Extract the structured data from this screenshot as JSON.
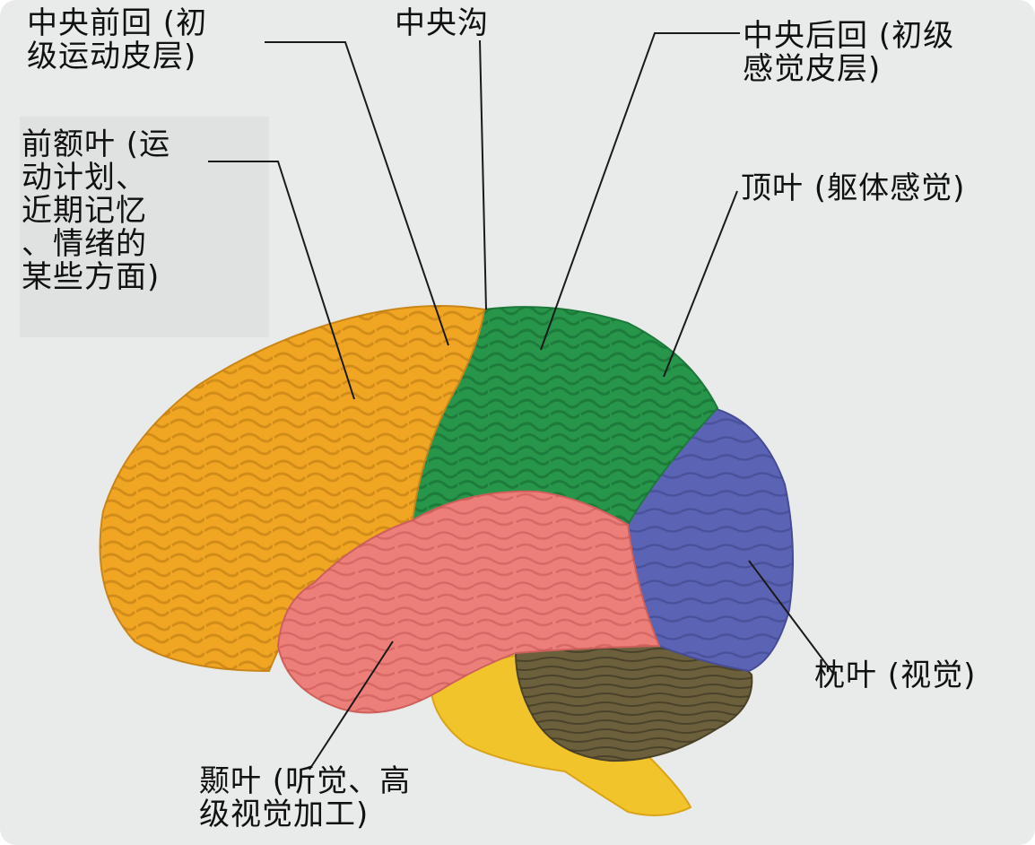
{
  "labels": {
    "precentral_gyrus": "中央前回 (初\n级运动皮层)",
    "central_sulcus": "中央沟",
    "postcentral_gyrus": "中央后回 (初级\n感觉皮层)",
    "frontal_lobe": "前额叶 (运\n动计划、\n近期记忆\n、情绪的\n某些方面)",
    "parietal_lobe": "顶叶 (躯体感觉)",
    "occipital_lobe": "枕叶 (视觉)",
    "temporal_lobe": "颞叶 (听觉、高\n级视觉加工)"
  },
  "colors": {
    "background": "#e8ebea",
    "frontal": "#f0a622",
    "parietal": "#27964a",
    "occipital": "#5b63b4",
    "temporal": "#ec7f7a",
    "cerebellum": "#6b5f3c",
    "brainstem": "#f2c42c",
    "leader_line": "#1a1a1a"
  }
}
